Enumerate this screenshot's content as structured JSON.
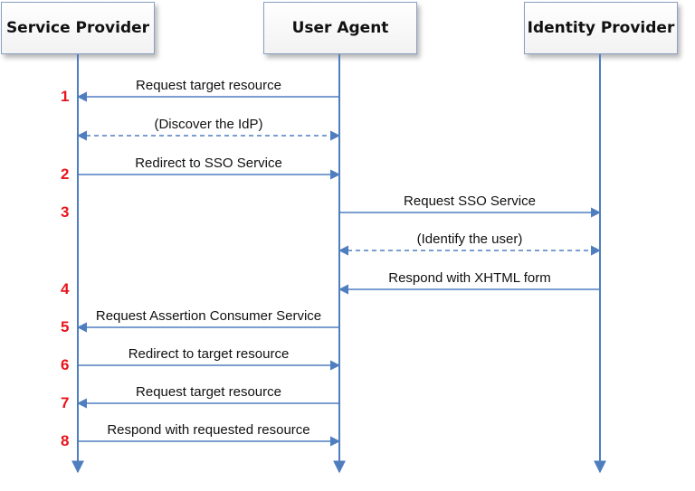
{
  "diagram": {
    "actors": [
      {
        "id": "sp",
        "label": "Service Provider"
      },
      {
        "id": "ua",
        "label": "User Agent"
      },
      {
        "id": "idp",
        "label": "Identity Provider"
      }
    ],
    "messages": [
      {
        "step": "1",
        "label": "Request target resource",
        "from": "ua",
        "to": "sp",
        "style": "solid"
      },
      {
        "step": "",
        "label": "(Discover the IdP)",
        "from": "sp",
        "to": "ua",
        "style": "dashed",
        "bidirectional": true
      },
      {
        "step": "2",
        "label": "Redirect to SSO Service",
        "from": "sp",
        "to": "ua",
        "style": "solid"
      },
      {
        "step": "3",
        "label": "Request SSO Service",
        "from": "ua",
        "to": "idp",
        "style": "solid"
      },
      {
        "step": "",
        "label": "(Identify the user)",
        "from": "ua",
        "to": "idp",
        "style": "dashed",
        "bidirectional": true
      },
      {
        "step": "4",
        "label": "Respond with XHTML form",
        "from": "idp",
        "to": "ua",
        "style": "solid"
      },
      {
        "step": "5",
        "label": "Request Assertion Consumer Service",
        "from": "ua",
        "to": "sp",
        "style": "solid"
      },
      {
        "step": "6",
        "label": "Redirect to target resource",
        "from": "sp",
        "to": "ua",
        "style": "solid"
      },
      {
        "step": "7",
        "label": "Request target resource",
        "from": "ua",
        "to": "sp",
        "style": "solid"
      },
      {
        "step": "8",
        "label": "Respond with requested resource",
        "from": "sp",
        "to": "ua",
        "style": "solid"
      }
    ],
    "colors": {
      "lifeline": "#4f7ebf",
      "arrow": "#4f7ebf",
      "step_number": "#e8141b",
      "box_border": "#8aa0c2"
    }
  }
}
